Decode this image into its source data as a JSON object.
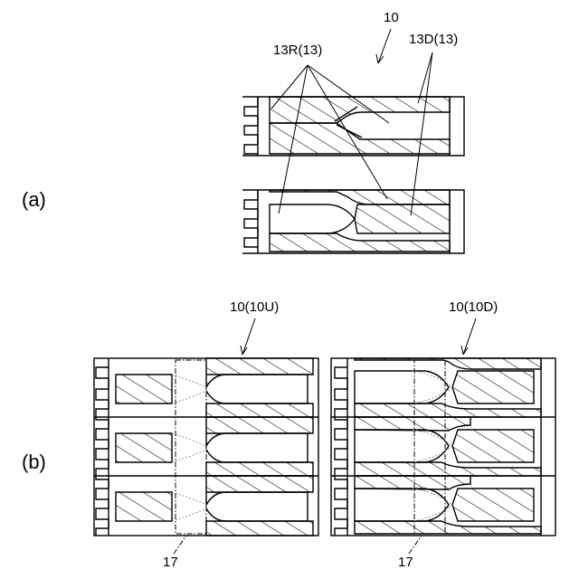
{
  "labels": {
    "part_a": "(a)",
    "part_b": "(b)",
    "ref_10": "10",
    "ref_13R": "13R(13)",
    "ref_13D": "13D(13)",
    "ref_10U": "10(10U)",
    "ref_10D": "10(10D)",
    "ref_17_left": "17",
    "ref_17_right": "17"
  },
  "colors": {
    "line": "#000000",
    "hidden_line": "#888888",
    "background": "#ffffff"
  }
}
